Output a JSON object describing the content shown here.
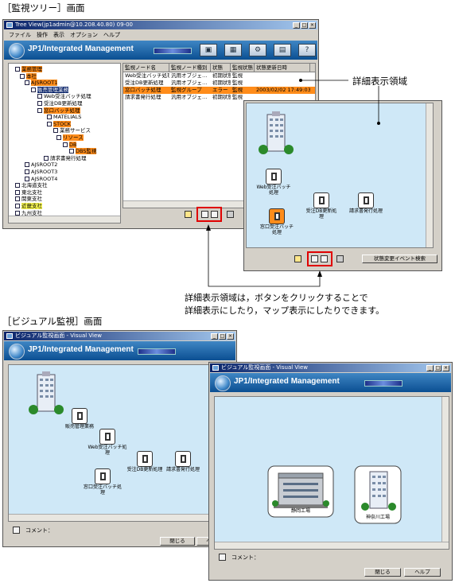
{
  "captions": {
    "tree_screen": "［監視ツリー］画面",
    "visual_screen": "［ビジュアル監視］画面",
    "detail_area": "詳細表示領域",
    "note_line1": "詳細表示領域は，ボタンをクリックすることで",
    "note_line2": "詳細表示にしたり，マップ表示にしたりできます。"
  },
  "tree_window": {
    "title": "Tree View(jp1admin@10.208.40.80) 09-00",
    "menu": [
      "ファイル",
      "操作",
      "表示",
      "オプション",
      "ヘルプ"
    ],
    "banner_title": "JP1/Integrated Management",
    "tree_items": [
      {
        "label": "業務管理",
        "hl": "or"
      },
      {
        "label": "本社",
        "hl": "or"
      },
      {
        "label": "AJSROOT1",
        "hl": "or"
      },
      {
        "label": "販売管理業務",
        "hl": "bl"
      },
      {
        "label": "Web受注バッチ処理",
        "hl": ""
      },
      {
        "label": "受注DB更新処理",
        "hl": ""
      },
      {
        "label": "窓口バッチ処理",
        "hl": "or"
      },
      {
        "label": "MATELIALS",
        "hl": ""
      },
      {
        "label": "STOCK",
        "hl": "or"
      },
      {
        "label": "業務サービス",
        "hl": ""
      },
      {
        "label": "リソース",
        "hl": "or"
      },
      {
        "label": "DB",
        "hl": "or"
      },
      {
        "label": "DBS監視",
        "hl": "or"
      },
      {
        "label": "請求書発行処理",
        "hl": ""
      },
      {
        "label": "AJSROOT2",
        "hl": ""
      },
      {
        "label": "AJSROOT3",
        "hl": ""
      },
      {
        "label": "AJSROOT4",
        "hl": ""
      },
      {
        "label": "北海道支社",
        "hl": ""
      },
      {
        "label": "東北支社",
        "hl": ""
      },
      {
        "label": "関東支社",
        "hl": ""
      },
      {
        "label": "近畿支社",
        "hl": "yl"
      },
      {
        "label": "九州支社",
        "hl": ""
      }
    ],
    "grid_headers": [
      "監視ノード名",
      "監視ノード種別",
      "状態",
      "監視状態",
      "状態更新日時"
    ],
    "grid_rows": [
      [
        "Web受注バッチ処理",
        "汎用オブジェ…",
        "初期状態",
        "監視",
        ""
      ],
      [
        "受注DB更新処理",
        "汎用オブジェ…",
        "初期状態",
        "監視",
        ""
      ],
      [
        "窓口バッチ処理",
        "監視グループ",
        "エラー",
        "監視",
        "2003/02/02 17:49:03"
      ],
      [
        "請求書発行処理",
        "汎用オブジェ…",
        "初期状態",
        "監視",
        ""
      ]
    ]
  },
  "detail_popup": {
    "nodes": [
      "Web受注バッチ処理",
      "受注DB更新処理",
      "請求書発行処理",
      "窓口受注バッチ処理"
    ],
    "search_button": "状態変更イベント検索"
  },
  "visual_window_1": {
    "title": "ビジュアル監視画面 - Visual View",
    "banner_title": "JP1/Integrated Management",
    "nodes": [
      "販売管理業務",
      "Web受注バッチ処理",
      "受注DB更新処理",
      "請求書発行処理",
      "窓口受注バッチ処理"
    ],
    "comment_label": "コメント：",
    "close_button": "閉じる",
    "help_button": "ヘルプ"
  },
  "visual_window_2": {
    "title": "ビジュアル監視画面 - Visual View",
    "banner_title": "JP1/Integrated Management",
    "nodes": [
      "静岡工場",
      "神奈川工場"
    ],
    "comment_label": "コメント：",
    "close_button": "閉じる",
    "help_button": "ヘルプ"
  }
}
